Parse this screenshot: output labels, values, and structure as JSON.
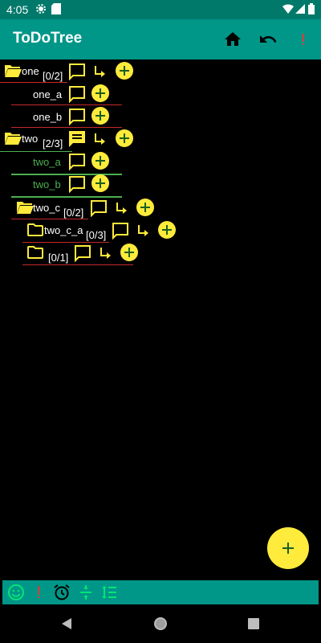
{
  "status_bar": {
    "time": "4:05"
  },
  "app_bar": {
    "title": "ToDoTree"
  },
  "tree": [
    {
      "label": "one",
      "count": "[0/2]",
      "green": false
    },
    {
      "label": "one_a",
      "count": "",
      "green": false
    },
    {
      "label": "one_b",
      "count": "",
      "green": false
    },
    {
      "label": "two",
      "count": "[2/3]",
      "green": false
    },
    {
      "label": "two_a",
      "count": "",
      "green": true
    },
    {
      "label": "two_b",
      "count": "",
      "green": true
    },
    {
      "label": "two_c",
      "count": "[0/2]",
      "green": false
    },
    {
      "label": "two_c_a",
      "count": "[0/3]",
      "green": false
    },
    {
      "label": "",
      "count": "[0/1]",
      "green": false
    }
  ],
  "colors": {
    "app_bar": "#009688",
    "status_bar": "#00796b",
    "folder": "#ffeb3b",
    "complete": "#4caf50",
    "warning": "#e53935"
  }
}
